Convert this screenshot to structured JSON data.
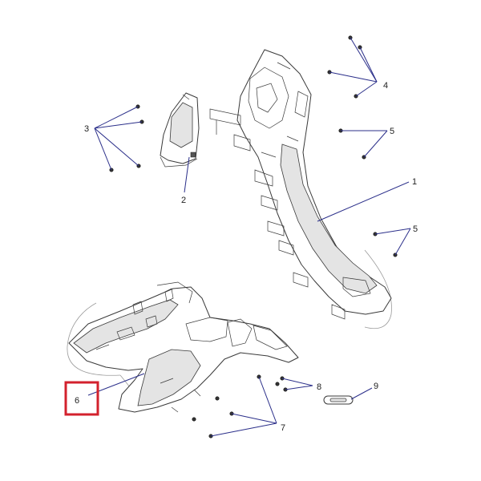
{
  "diagram": {
    "callouts": [
      {
        "id": "c1",
        "label": "1"
      },
      {
        "id": "c2",
        "label": "2"
      },
      {
        "id": "c3",
        "label": "3"
      },
      {
        "id": "c4",
        "label": "4"
      },
      {
        "id": "c5a",
        "label": "5"
      },
      {
        "id": "c5b",
        "label": "5"
      },
      {
        "id": "c6",
        "label": "6"
      },
      {
        "id": "c7",
        "label": "7"
      },
      {
        "id": "c8",
        "label": "8"
      },
      {
        "id": "c9",
        "label": "9"
      }
    ],
    "highlighted_callout": "6",
    "colors": {
      "leader": "#2b2f8a",
      "highlight": "#d3212d",
      "outline": "#3a3a3a"
    }
  }
}
